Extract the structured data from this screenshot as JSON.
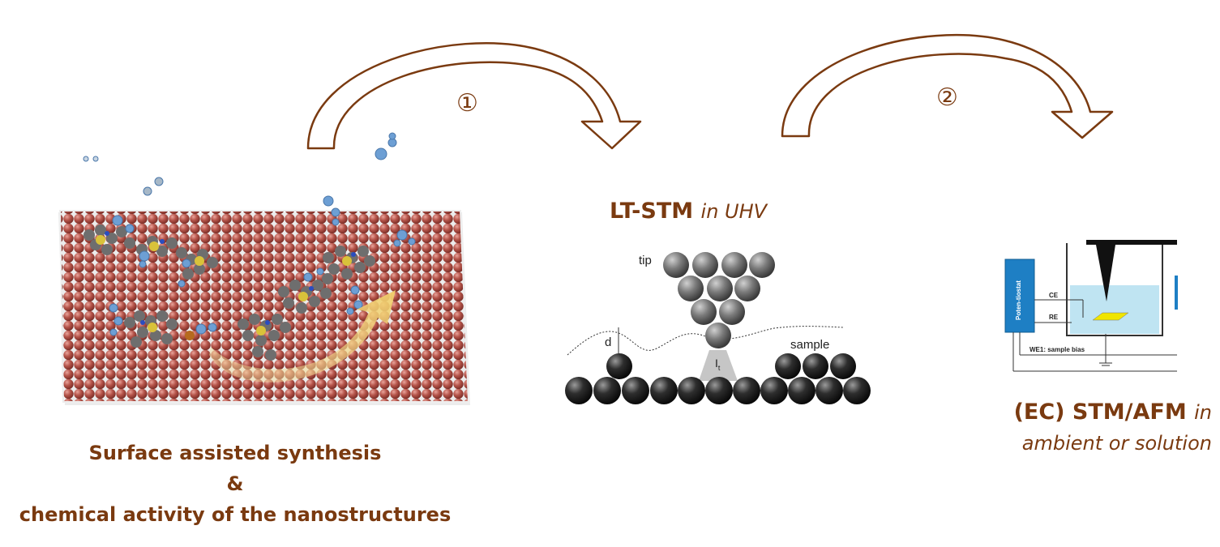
{
  "steps": {
    "step1": "①",
    "step2": "②"
  },
  "left_panel": {
    "caption_line1": "Surface assisted synthesis",
    "caption_line2": "&",
    "caption_line3": "chemical activity of the nanostructures"
  },
  "middle_panel": {
    "title_bold": "LT-STM",
    "title_italic": "in UHV",
    "label_tip": "tip",
    "label_d": "d",
    "label_sample": "sample",
    "label_current": "I",
    "label_current_sub": "t"
  },
  "right_panel": {
    "title_bold": "(EC) STM/AFM",
    "title_italic_1": "in",
    "title_italic_2": "ambient or solution",
    "potentiostat": "Poten-tiostat",
    "label_ce": "CE",
    "label_re": "RE",
    "label_we": "WE1: sample bias"
  },
  "colors": {
    "accent": "#7a3a10",
    "surface_atom": "#b5544a",
    "arrow_outline": "#7a3a10",
    "yellow_arrow": "#f3d98a",
    "sphere": "#2a2a2a",
    "potentiostat_box": "#1e7fc4",
    "solution": "#bfe4f2"
  }
}
